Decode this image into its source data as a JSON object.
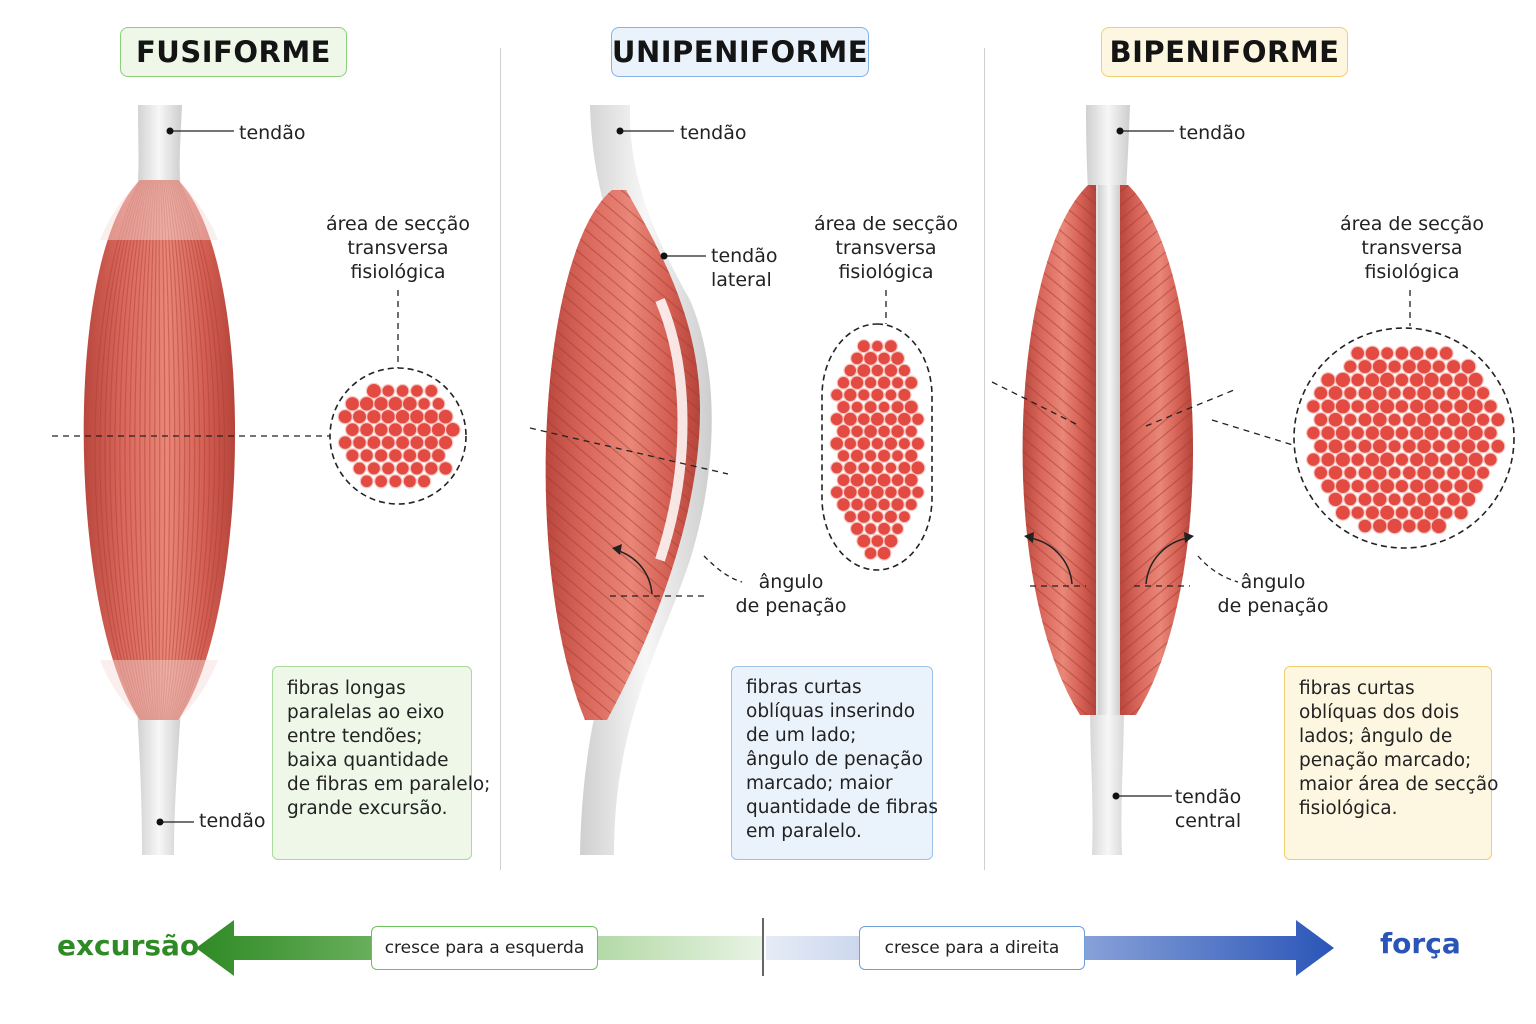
{
  "panels": [
    {
      "title": "FUSIFORME",
      "tendon_top": "tendão",
      "tendon_bottom": "tendão",
      "pcsa_label": [
        "área de secção",
        "transversa",
        "fisiológica"
      ],
      "description": [
        "fibras longas",
        "paralelas ao eixo",
        "entre tendões;",
        "baixa quantidade",
        "de fibras em paralelo;",
        "grande excursão."
      ],
      "accent": "#6fbf5b",
      "fill": "#eef7e8"
    },
    {
      "title": "UNIPENIFORME",
      "tendon_top": "tendão",
      "tendon_side": [
        "tendão",
        "lateral"
      ],
      "pcsa_label": [
        "área de secção",
        "transversa",
        "fisiológica"
      ],
      "angle_label": [
        "ângulo",
        "de penação"
      ],
      "description": [
        "fibras curtas",
        "oblíquas inserindo",
        "de um lado;",
        "ângulo de penação",
        "marcado; maior",
        "quantidade de fibras",
        "em paralelo."
      ],
      "accent": "#6f9fd8",
      "fill": "#eaf2fc"
    },
    {
      "title": "BIPENIFORME",
      "tendon_top": "tendão",
      "tendon_central": [
        "tendão",
        "central"
      ],
      "pcsa_label": [
        "área de secção",
        "transversa",
        "fisiológica"
      ],
      "angle_label": [
        "ângulo",
        "de penação"
      ],
      "description": [
        "fibras curtas",
        "oblíquas dos dois",
        "lados; ângulo de",
        "penação marcado;",
        "maior área de secção",
        "fisiológica."
      ],
      "accent": "#e8c24a",
      "fill": "#fdf6e1"
    }
  ],
  "scale": {
    "left_word": "excursão",
    "right_word": "força",
    "left_pill": "cresce para a esquerda",
    "right_pill": "cresce para a direita",
    "left_color": "#2e8a24",
    "right_color": "#2a55b8"
  },
  "colors": {
    "muscle": "#d9665a",
    "muscle_dark": "#b8453b",
    "tendon": "#e6e6e6",
    "fiber_cell": "#e24a42"
  }
}
